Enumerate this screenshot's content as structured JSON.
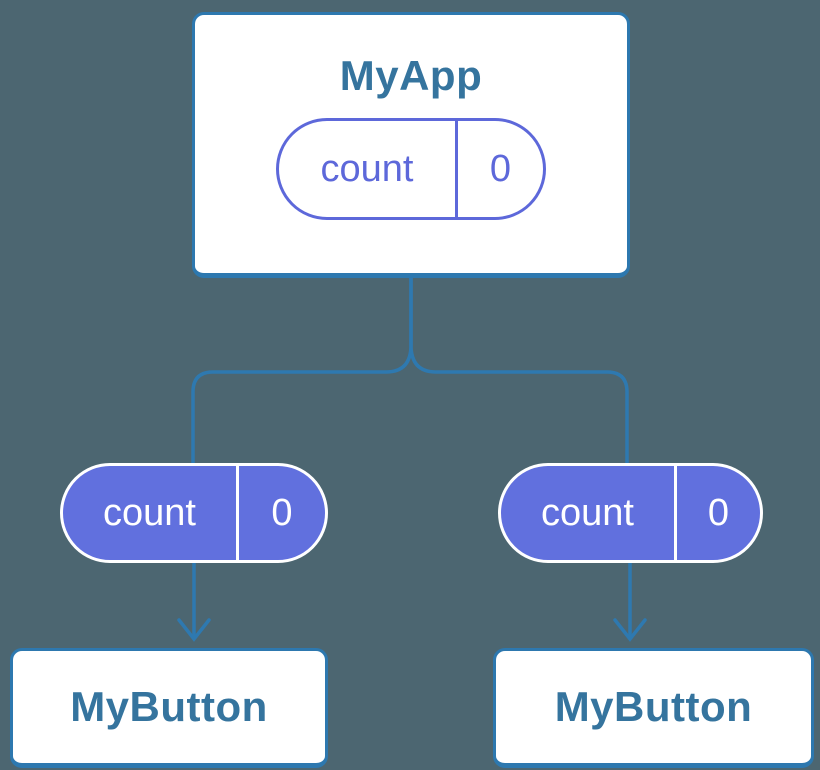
{
  "canvas": {
    "background_color": "#4C6671",
    "connector_color": "#2E79B0",
    "card_border_color": "#2D78AF",
    "card_background_color": "#FFFFFF",
    "component_title_color": "#35749E",
    "state_purple_color": "#6170DE",
    "filled_pill_text_color": "#FFFFFF"
  },
  "tree": {
    "root": {
      "title": "MyApp",
      "state": {
        "name": "count",
        "value": "0"
      }
    },
    "children": [
      {
        "title": "MyButton",
        "state": {
          "name": "count",
          "value": "0"
        }
      },
      {
        "title": "MyButton",
        "state": {
          "name": "count",
          "value": "0"
        }
      }
    ]
  }
}
